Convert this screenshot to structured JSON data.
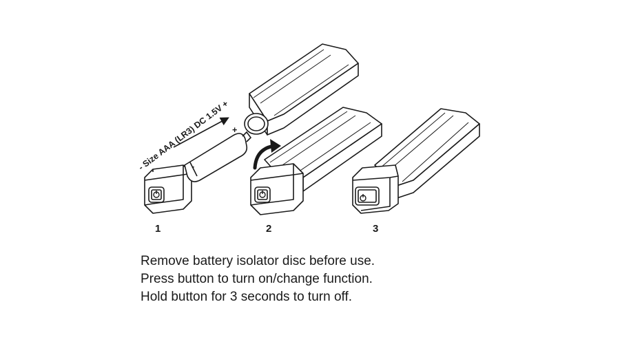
{
  "diagram": {
    "battery_label": "- Size AAA (LR3) DC 1.5V +",
    "battery_plus": "+",
    "battery_minus": "-",
    "steps": [
      "1",
      "2",
      "3"
    ],
    "instructions": [
      "Remove battery isolator disc before use.",
      "Press button to turn on/change function.",
      "Hold button for 3 seconds to turn off."
    ]
  }
}
